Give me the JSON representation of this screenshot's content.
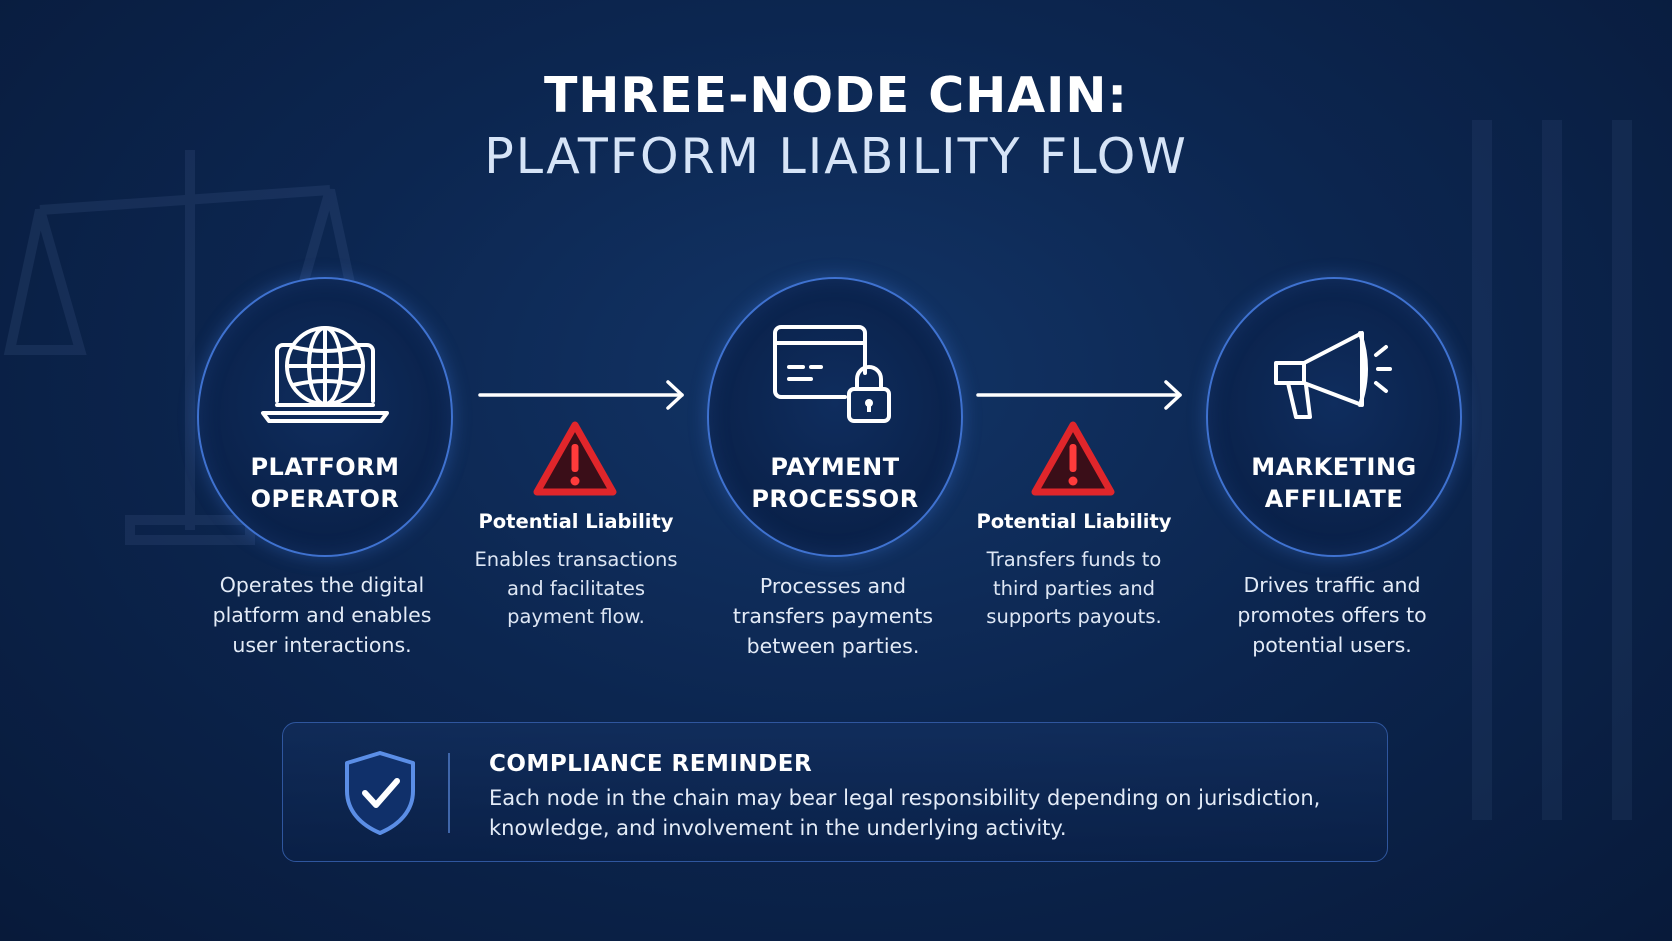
{
  "title": {
    "line1": "THREE-NODE CHAIN:",
    "line2": "PLATFORM LIABILITY FLOW"
  },
  "nodes": [
    {
      "icon": "laptop-globe-icon",
      "label_line1": "PLATFORM",
      "label_line2": "OPERATOR",
      "desc": [
        "Operates the digital",
        "platform and enables",
        "user interactions."
      ]
    },
    {
      "icon": "credit-card-lock-icon",
      "label_line1": "PAYMENT",
      "label_line2": "PROCESSOR",
      "desc": [
        "Processes and",
        "transfers payments",
        "between parties."
      ]
    },
    {
      "icon": "megaphone-icon",
      "label_line1": "MARKETING",
      "label_line2": "AFFILIATE",
      "desc": [
        "Drives traffic and",
        "promotes offers to",
        "potential users."
      ]
    }
  ],
  "links": [
    {
      "icon": "warning-triangle-icon",
      "title": "Potential Liability",
      "desc": [
        "Enables transactions",
        "and facilitates",
        "payment flow."
      ]
    },
    {
      "icon": "warning-triangle-icon",
      "title": "Potential Liability",
      "desc": [
        "Transfers funds to",
        "third parties and",
        "supports payouts."
      ]
    }
  ],
  "compliance": {
    "icon": "shield-check-icon",
    "title": "COMPLIANCE REMINDER",
    "line1": "Each node in the chain may bear legal responsibility depending on jurisdiction,",
    "line2": "knowledge, and involvement in the underlying activity."
  },
  "colors": {
    "background": "#0c2650",
    "node_border": "#3f72d0",
    "warning": "#e0262b",
    "text": "#ffffff"
  }
}
